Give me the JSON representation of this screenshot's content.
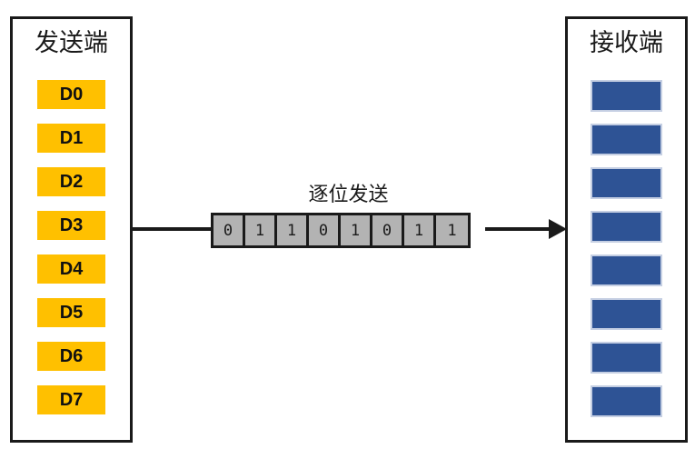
{
  "diagram": {
    "background_color": "#ffffff",
    "sender": {
      "title": "发送端",
      "cell_color": "#FFC000",
      "cells": [
        {
          "label": "D0"
        },
        {
          "label": "D1"
        },
        {
          "label": "D2"
        },
        {
          "label": "D3"
        },
        {
          "label": "D4"
        },
        {
          "label": "D5"
        },
        {
          "label": "D6"
        },
        {
          "label": "D7"
        }
      ]
    },
    "receiver": {
      "title": "接收端",
      "cell_color": "#2E5395",
      "cells": [
        {
          "label": ""
        },
        {
          "label": ""
        },
        {
          "label": ""
        },
        {
          "label": ""
        },
        {
          "label": ""
        },
        {
          "label": ""
        },
        {
          "label": ""
        },
        {
          "label": ""
        }
      ]
    },
    "transmission": {
      "label": "逐位发送",
      "cell_color": "#b3b3b3",
      "line_color": "#1a1a1a",
      "bits": [
        "0",
        "1",
        "1",
        "0",
        "1",
        "0",
        "1",
        "1"
      ]
    }
  }
}
